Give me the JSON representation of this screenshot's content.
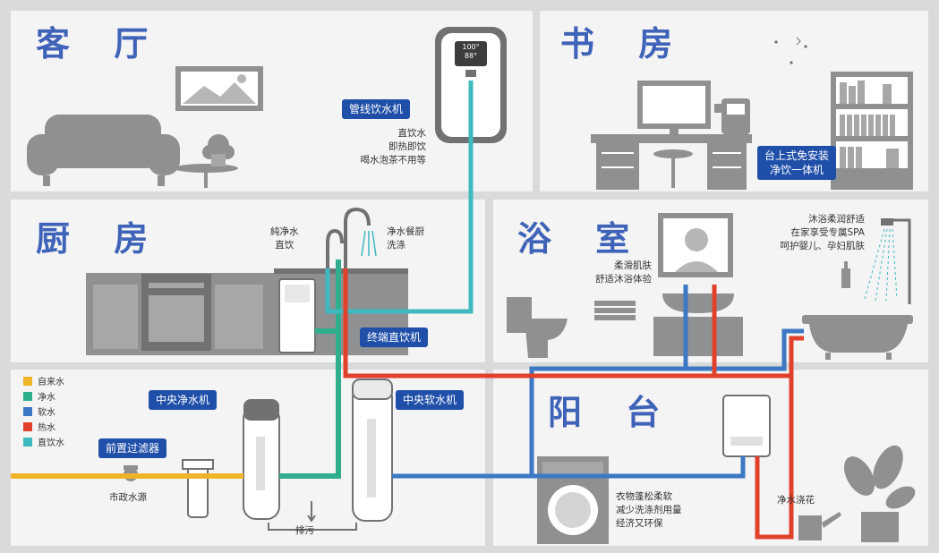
{
  "rooms": {
    "living": "客 厅",
    "study": "书 房",
    "kitchen": "厨 房",
    "bathroom": "浴 室",
    "balcony": "阳 台"
  },
  "tags": {
    "pipeline_dispenser": "管线饮水机",
    "desktop_unit": "台上式免安装\n净饮一体机",
    "terminal_dispenser": "终端直饮机",
    "central_purifier": "中央净水机",
    "central_softener": "中央软水机",
    "pre_filter": "前置过滤器"
  },
  "notes": {
    "living": "直饮水\n即热即饮\n喝水泡茶不用等",
    "kitchen_left": "純净水\n直饮",
    "kitchen_right": "净水餐厨\n洗涤",
    "bath_left": "柔滑肌肤\n舒适沐浴体验",
    "bath_right": "沐浴柔润舒适\n在家享受专属SPA\n呵护婴儿、孕妇肌肤",
    "laundry": "衣物蓬松柔软\n减少洗涤剂用量\n经济又环保",
    "plants": "净水浇花",
    "municipal": "市政水源",
    "drain": "排污",
    "screen": "100°\n88°"
  },
  "legend": [
    {
      "label": "自来水",
      "color": "#f0b429"
    },
    {
      "label": "净水",
      "color": "#2fae8e"
    },
    {
      "label": "软水",
      "color": "#3c78c3"
    },
    {
      "label": "热水",
      "color": "#e1412a"
    },
    {
      "label": "直饮水",
      "color": "#3fb9c0"
    }
  ],
  "colors": {
    "tap": "#f0b429",
    "purified": "#2fae8e",
    "soft": "#3c78c3",
    "hot": "#e1412a",
    "drinking": "#3fb9c0",
    "title": "#3e63b8",
    "tag_bg": "#1f4fa8",
    "furniture": "#8a8c8e"
  }
}
